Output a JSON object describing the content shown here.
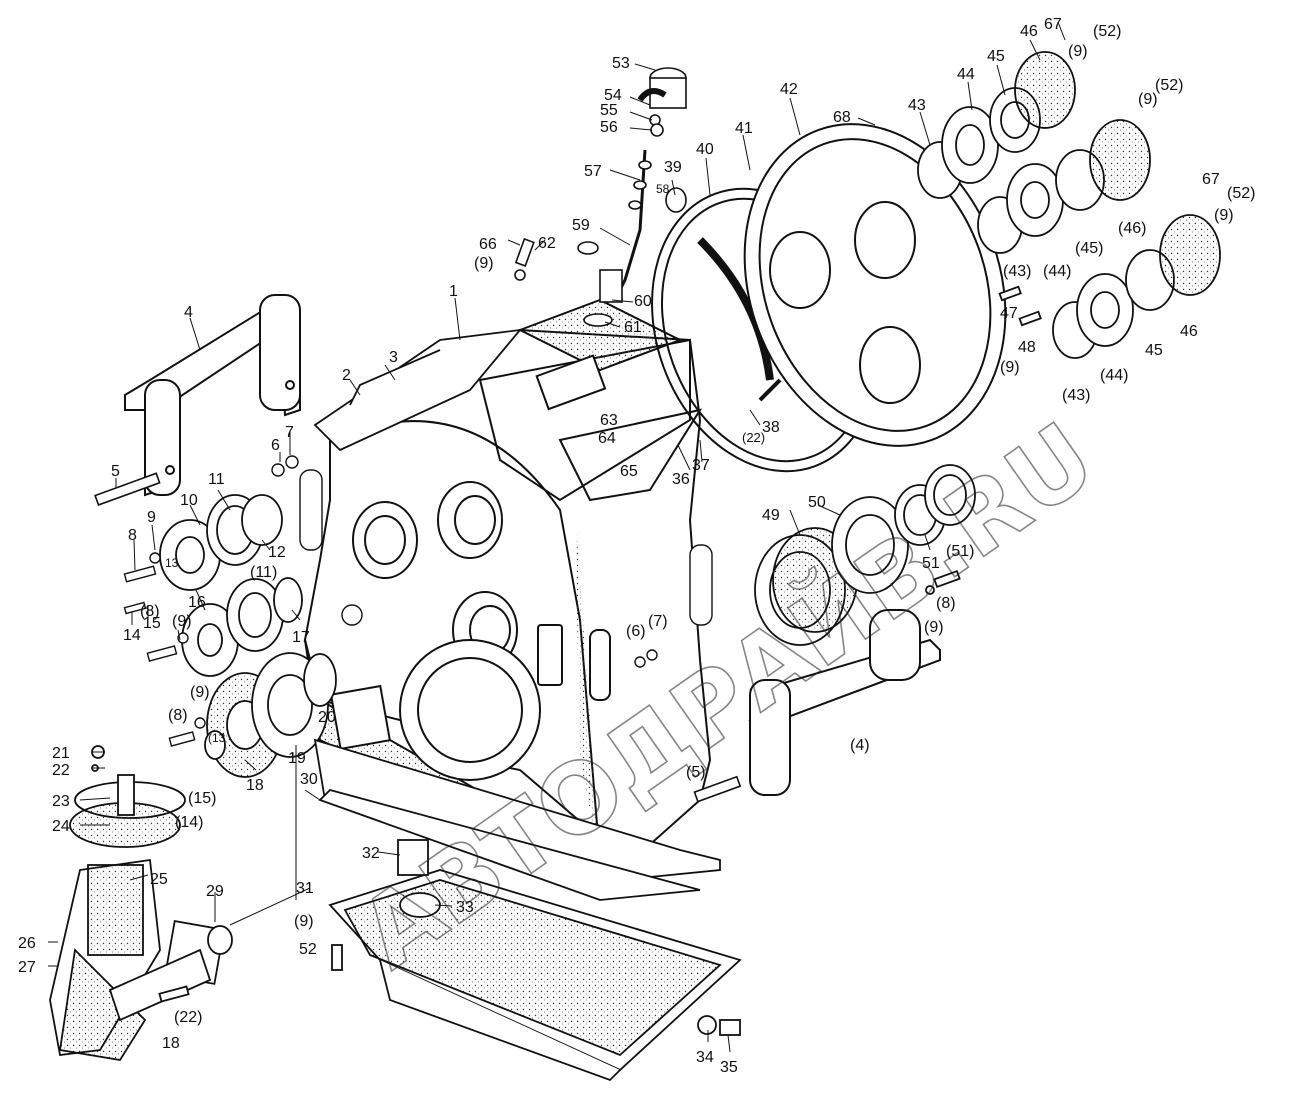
{
  "watermark": "АВТОДРАЙВ.RU",
  "callouts": {
    "l1": "1",
    "l2": "2",
    "l3": "3",
    "l4": "4",
    "l4b": "(4)",
    "l5": "5",
    "l5b": "(5)",
    "l6": "6",
    "l6b": "(6)",
    "l7": "7",
    "l7b": "(7)",
    "l8": "8",
    "l8b": "(8)",
    "l8c": "(8)",
    "l8d": "(8)",
    "l9": "9",
    "l9b": "(9)",
    "l9c": "(9)",
    "l9d": "(9)",
    "l9e": "(9)",
    "l9f": "(9)",
    "l9g": "(9)",
    "l9h": "(9)",
    "l9i": "(9)",
    "l9j": "(9)",
    "l10": "10",
    "l11": "11",
    "l11b": "(11)",
    "l12": "12",
    "l13": "13",
    "l13b": "(13",
    "l14": "14",
    "l14b": "(14)",
    "l15": "15",
    "l15b": "(15)",
    "l16": "16",
    "l17": "17",
    "l18": "18",
    "l18b": "18",
    "l19": "19",
    "l20": "20",
    "l21": "21",
    "l22": "22",
    "l22b": "(22)",
    "l22c": "(22)",
    "l23": "23",
    "l24": "24",
    "l25": "25",
    "l26": "26",
    "l27": "27",
    "l29": "29",
    "l30": "30",
    "l31": "31",
    "l32": "32",
    "l33": "33",
    "l34": "34",
    "l35": "35",
    "l36": "36",
    "l37": "37",
    "l38": "38",
    "l39": "39",
    "l40": "40",
    "l41": "41",
    "l42": "42",
    "l43": "43",
    "l43b": "(43)",
    "l43c": "(43)",
    "l44": "44",
    "l44b": "(44)",
    "l44c": "(44)",
    "l45": "45",
    "l45b": "(45)",
    "l45c": "45",
    "l46": "46",
    "l46b": "(46)",
    "l46c": "46",
    "l47": "47",
    "l48": "48",
    "l49": "49",
    "l50": "50",
    "l51": "51",
    "l51b": "(51)",
    "l52": "52",
    "l52b": "(52)",
    "l52c": "(52)",
    "l52d": "(52)",
    "l53": "53",
    "l54": "54",
    "l55": "55",
    "l56": "56",
    "l57": "57",
    "l58": "58",
    "l59": "59",
    "l60": "60",
    "l61": "61",
    "l62": "62",
    "l63": "63",
    "l64": "64",
    "l65": "65",
    "l66": "66",
    "l67": "67",
    "l67b": "67",
    "l68": "68"
  }
}
